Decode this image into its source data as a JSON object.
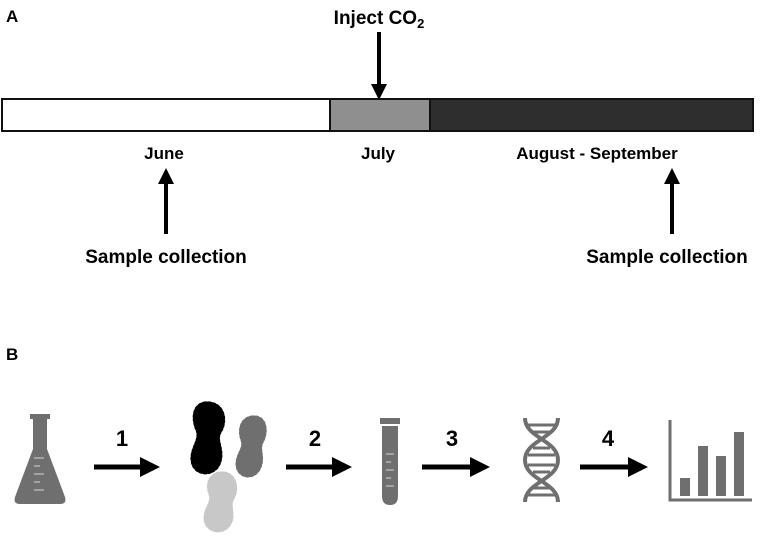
{
  "panel_a": {
    "label": "A",
    "inject_label": "Inject CO",
    "inject_subscript": "2",
    "periods": [
      {
        "label": "June",
        "fill": "#ffffff"
      },
      {
        "label": "July",
        "fill": "#8f8f8f"
      },
      {
        "label": "August - September",
        "fill": "#2e2e2e"
      }
    ],
    "sample_collection_left": "Sample collection",
    "sample_collection_right": "Sample collection"
  },
  "panel_b": {
    "label": "B",
    "steps": [
      "1",
      "2",
      "3",
      "4"
    ],
    "icons": [
      "flask-icon",
      "microbes-icon",
      "test-tube-icon",
      "dna-icon",
      "bar-chart-icon"
    ]
  },
  "colors": {
    "icon_gray": "#6f6f6f",
    "bar_border": "#111111"
  }
}
